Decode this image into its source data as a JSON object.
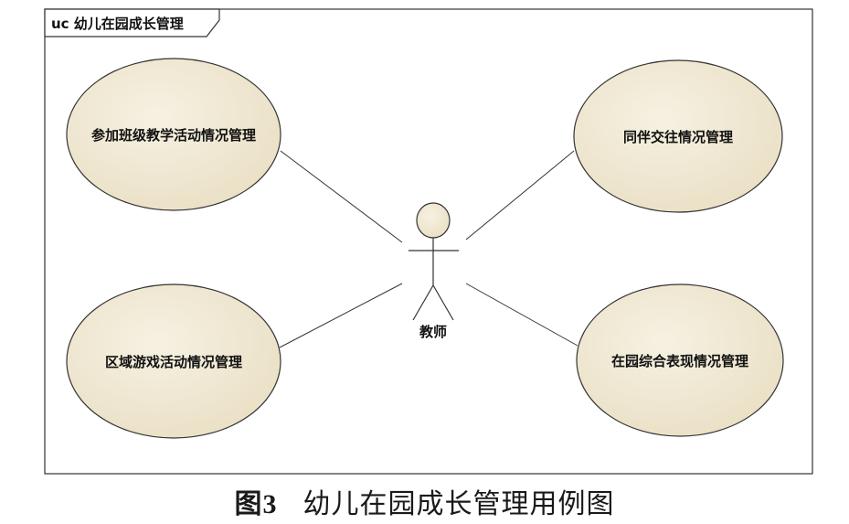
{
  "frame": {
    "title": "uc 幼儿在园成长管理"
  },
  "actor": {
    "name": "教师"
  },
  "use_cases": {
    "top_left": "参加班级教学活动情况管理",
    "top_right": "同伴交往情况管理",
    "bottom_left": "区域游戏活动情况管理",
    "bottom_right": "在园综合表现情况管理"
  },
  "caption": {
    "number": "图3",
    "text": "幼儿在园成长管理用例图"
  },
  "colors": {
    "ellipse_fill": "#f1ead6",
    "stroke": "#333333"
  }
}
